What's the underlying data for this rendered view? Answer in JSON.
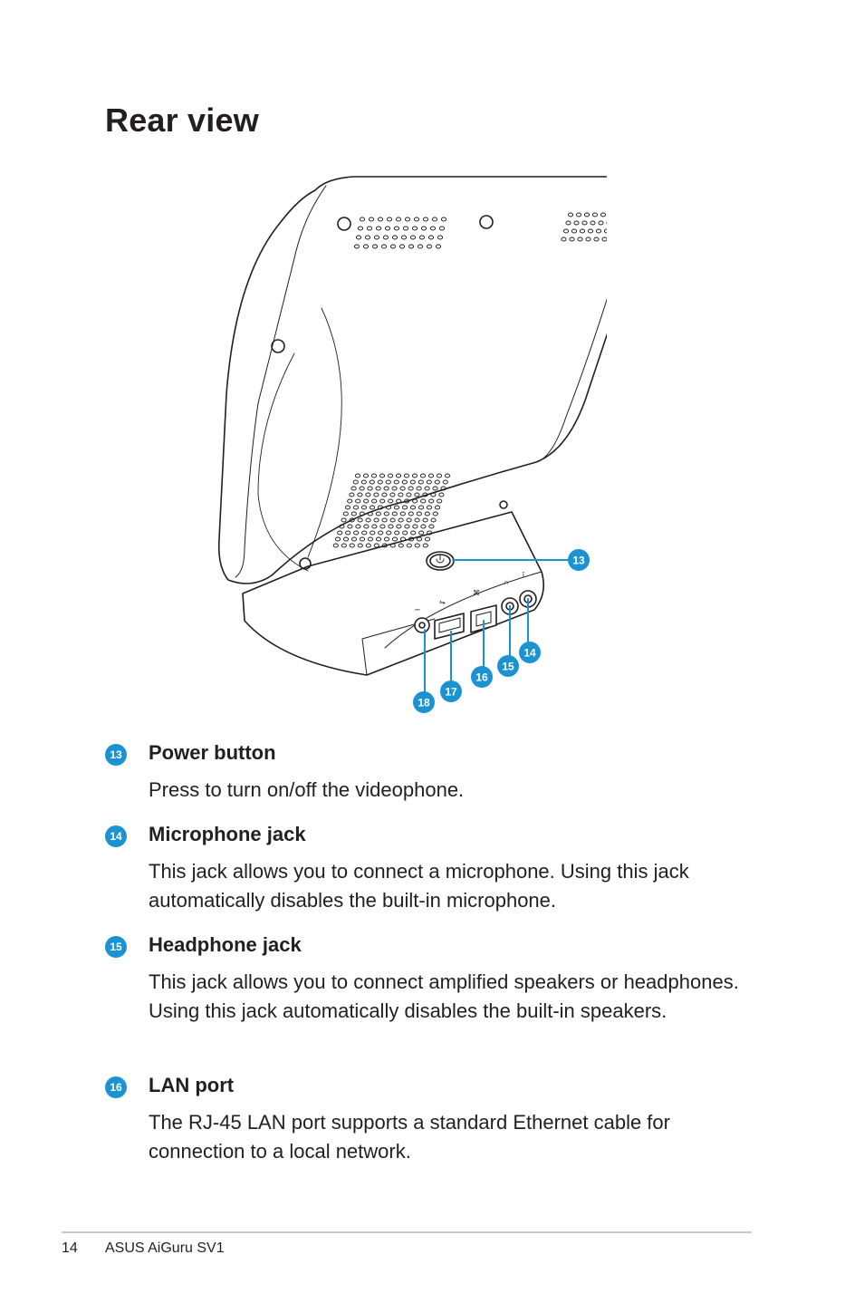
{
  "page": {
    "title": "Rear view"
  },
  "callouts": [
    "13",
    "14",
    "15",
    "16",
    "17",
    "18"
  ],
  "items": [
    {
      "number": "13",
      "title": "Power button",
      "description": "Press to turn on/off the videophone."
    },
    {
      "number": "14",
      "title": "Microphone jack",
      "description": "This jack allows you to connect a microphone. Using this jack automatically disables the built-in microphone."
    },
    {
      "number": "15",
      "title": "Headphone jack",
      "description": "This jack allows you to connect amplified speakers or headphones. Using this jack automatically disables the built-in speakers."
    },
    {
      "number": "16",
      "title": "LAN port",
      "description": "The RJ-45 LAN port supports a standard Ethernet cable for connection to a local network."
    }
  ],
  "footer": {
    "page_number": "14",
    "product": "ASUS AiGuru SV1"
  },
  "colors": {
    "accent": "#1b93d2",
    "text": "#231f20",
    "rule": "#c9c9c9"
  },
  "icons": [
    "power-icon",
    "usb-icon",
    "lan-icon",
    "headphone-icon",
    "microphone-icon",
    "dc-in-icon"
  ]
}
